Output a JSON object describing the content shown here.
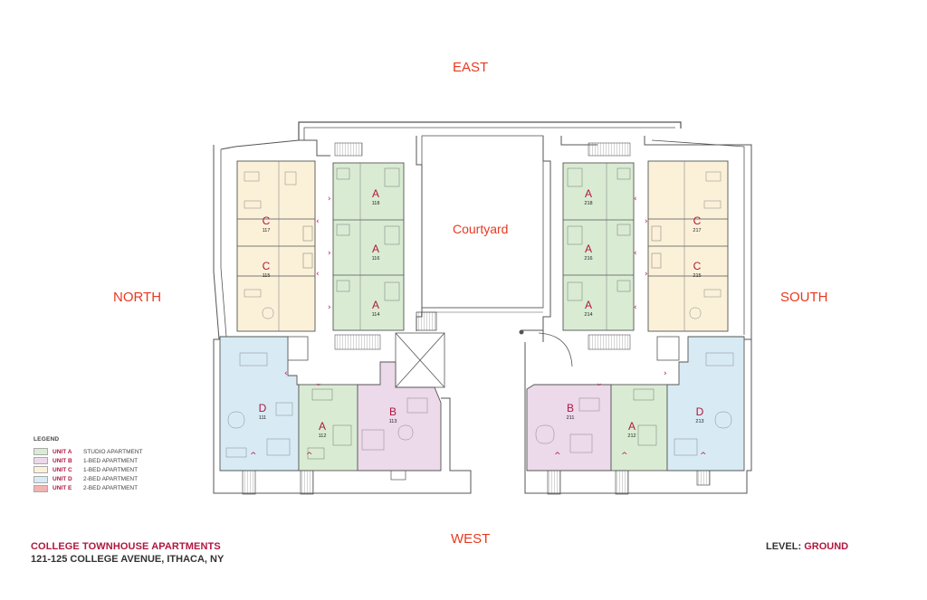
{
  "directions": {
    "east": "EAST",
    "west": "WEST",
    "north": "NORTH",
    "south": "SOUTH"
  },
  "courtyard": "Courtyard",
  "units": [
    {
      "letter": "A",
      "number": "118",
      "type": "A"
    },
    {
      "letter": "A",
      "number": "116",
      "type": "A"
    },
    {
      "letter": "A",
      "number": "114",
      "type": "A"
    },
    {
      "letter": "C",
      "number": "117",
      "type": "C"
    },
    {
      "letter": "C",
      "number": "115",
      "type": "C"
    },
    {
      "letter": "D",
      "number": "111",
      "type": "D"
    },
    {
      "letter": "A",
      "number": "112",
      "type": "A"
    },
    {
      "letter": "B",
      "number": "113",
      "type": "B"
    },
    {
      "letter": "A",
      "number": "218",
      "type": "A"
    },
    {
      "letter": "A",
      "number": "216",
      "type": "A"
    },
    {
      "letter": "A",
      "number": "214",
      "type": "A"
    },
    {
      "letter": "C",
      "number": "217",
      "type": "C"
    },
    {
      "letter": "C",
      "number": "215",
      "type": "C"
    },
    {
      "letter": "B",
      "number": "211",
      "type": "B"
    },
    {
      "letter": "A",
      "number": "212",
      "type": "A"
    },
    {
      "letter": "D",
      "number": "213",
      "type": "D"
    }
  ],
  "legend": {
    "title": "LEGEND",
    "items": [
      {
        "key": "UNIT A",
        "desc": "STUDIO APARTMENT",
        "color": "#d9ecd3"
      },
      {
        "key": "UNIT B",
        "desc": "1-BED APARTMENT",
        "color": "#ecd9ea"
      },
      {
        "key": "UNIT C",
        "desc": "1-BED APARTMENT",
        "color": "#fbf1d9"
      },
      {
        "key": "UNIT D",
        "desc": "2-BED APARTMENT",
        "color": "#d8ebf5"
      },
      {
        "key": "UNIT E",
        "desc": "2-BED APARTMENT",
        "color": "#f2b3b3"
      }
    ]
  },
  "title": "COLLEGE TOWNHOUSE APARTMENTS",
  "address": "121-125 COLLEGE AVENUE, ITHACA, NY",
  "level": {
    "label": "LEVEL:",
    "value": "GROUND"
  },
  "colors": {
    "accent": "#e8391f",
    "brand": "#b0173f",
    "wall": "#555555"
  }
}
